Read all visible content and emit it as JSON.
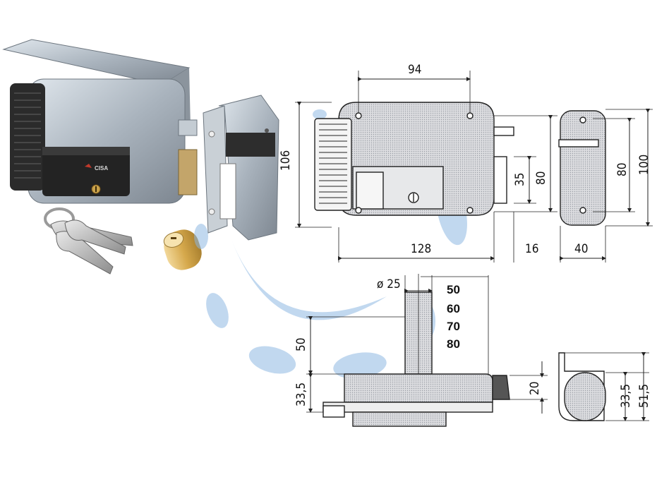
{
  "product": {
    "brand": "CISA"
  },
  "front_view": {
    "width_top": "94",
    "height": "106",
    "bolt_height": "35",
    "mount_height": "80",
    "body_length": "128",
    "bolt_projection": "16"
  },
  "side_view": {
    "height_outer": "100",
    "height_inner": "80",
    "depth": "40"
  },
  "bottom_view": {
    "cylinder_diameter": "ø 25",
    "cylinder_lengths": [
      "50",
      "60",
      "70",
      "80"
    ],
    "height_50": "50",
    "height_33_5": "33,5",
    "bolt_20": "20"
  },
  "end_view": {
    "inner": "33,5",
    "outer": "51,5"
  },
  "colors": {
    "watermark": "#8fb9e3",
    "line": "#222222",
    "hatch": "#c9ccd0",
    "metal": "#b8c2cc",
    "dark_plastic": "#2a2a2a",
    "brass": "#d9b35e"
  }
}
